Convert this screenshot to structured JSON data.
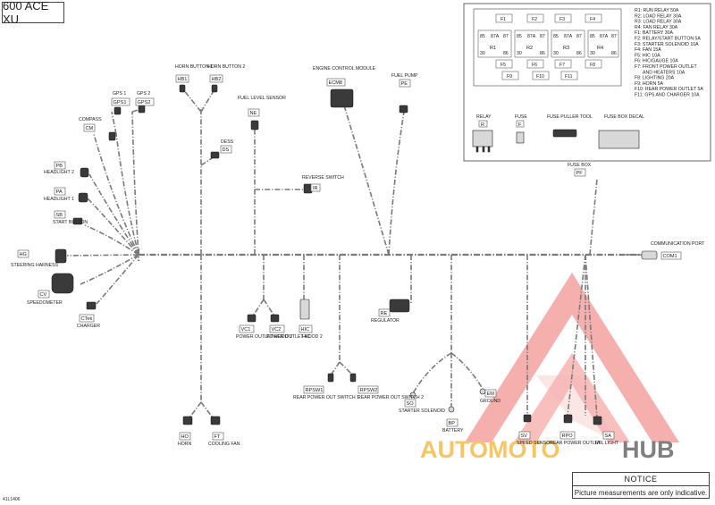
{
  "title": "600 ACE XU",
  "document_id": "41L1406",
  "notice": {
    "heading": "NOTICE",
    "text": "Picture measurements are only indicative."
  },
  "fuse_legend": [
    "R1: RUN RELAY 50A",
    "R2: LOAD RELAY 30A",
    "R3: LOAD RELAY 30A",
    "R4: FAN RELAY 30A",
    "F1: BATTERY 30A",
    "F2: RELAY/START BUTTON 5A",
    "F3: STARTER SOLENOID 10A",
    "F4: FAN 15A",
    "F5: HIC 10A",
    "F6: HIC/GAUGE 10A",
    "F7: FRONT POWER OUTLET",
    "AND HEATERS 10A",
    "F8: LIGHTING 20A",
    "F9: HORN 5A",
    "F10: REAR POWER OUTLET 5A",
    "F11: GPS AND CHARGER 10A"
  ],
  "fuse_box_detail": {
    "relays": [
      "R1",
      "R2",
      "R3",
      "R4"
    ],
    "pin_top": [
      "85",
      "87A",
      "87"
    ],
    "pin_bottom": [
      "30",
      "86"
    ],
    "fuses": [
      "F1",
      "F2",
      "F3",
      "F4",
      "F5",
      "F6",
      "F7",
      "F8",
      "F9",
      "F10",
      "F11"
    ]
  },
  "legend_items": [
    {
      "label": "RELAY",
      "code": "R"
    },
    {
      "label": "FUSE",
      "code": "F"
    },
    {
      "label": "FUSE PULLER TOOL",
      "code": ""
    },
    {
      "label": "FUSE BOX DECAL",
      "code": ""
    }
  ],
  "connectors": {
    "horn_button_1": {
      "label": "HORN BUTTON 1",
      "code": "HB1"
    },
    "horn_button_2": {
      "label": "HORN BUTTON 2",
      "code": "HB2"
    },
    "gps_1": {
      "label": "GPS 1",
      "code": "GPS1"
    },
    "gps_2": {
      "label": "GPS 2",
      "code": "GPS2"
    },
    "compass": {
      "label": "COMPASS",
      "code": "CM"
    },
    "headlight_2": {
      "label": "HEADLIGHT 2",
      "code": "PB"
    },
    "headlight_1": {
      "label": "HEADLIGHT 1",
      "code": "PA"
    },
    "start_button": {
      "label": "START BUTTON",
      "code": "SB"
    },
    "steering_harness": {
      "label": "STEERING HARNESS",
      "code": "HG"
    },
    "speedometer": {
      "label": "SPEEDOMETER",
      "code": "CV"
    },
    "charger": {
      "label": "CHARGER",
      "code": "CTek"
    },
    "dess": {
      "label": "DESS",
      "code": "DS"
    },
    "fuel_level_sensor": {
      "label": "FUEL LEVEL SENSOR",
      "code": "NE"
    },
    "reverse_switch": {
      "label": "REVERSE SWITCH",
      "code": "IR"
    },
    "ecm": {
      "label": "ENGINE CONTROL MODULE",
      "code": "ECM8"
    },
    "fuel_pump": {
      "label": "FUEL PUMP",
      "code": "PE"
    },
    "fuse_box": {
      "label": "FUSE BOX",
      "code": "PF"
    },
    "communication_port": {
      "label": "COMMUNICATION PORT",
      "code": "COM1"
    },
    "power_outlet_hood_1": {
      "label": "POWER OUTLET HOOD 1",
      "code": "VC1"
    },
    "power_outlet_hood_2": {
      "label": "POWER OUTLET HOOD 2",
      "code": "VC2"
    },
    "hic": {
      "label": "HIC",
      "code": "HIC"
    },
    "regulator": {
      "label": "REGULATOR",
      "code": "RE"
    },
    "rear_power_out_switch_1": {
      "label": "REAR POWER OUT SWITCH 1",
      "code": "RPSW1"
    },
    "rear_power_out_switch_2": {
      "label": "REAR POWER OUT SWITCH 2",
      "code": "RPSW2"
    },
    "starter_solenoid": {
      "label": "STARTER SOLENOID",
      "code": "SO"
    },
    "ground": {
      "label": "GROUND",
      "code": "EM"
    },
    "battery": {
      "label": "BATTERY",
      "code": "BP"
    },
    "speed_sensor": {
      "label": "SPEED SENSOR",
      "code": "SV"
    },
    "rear_power_outlet": {
      "label": "REAR POWER OUTLET",
      "code": "RPO"
    },
    "tail_light": {
      "label": "TAIL LIGHT",
      "code": "SA"
    },
    "horn": {
      "label": "HORN",
      "code": "HO"
    },
    "cooling_fan": {
      "label": "COOLING FAN",
      "code": "FT"
    }
  },
  "watermark": {
    "text_left": "AUTOMOTO",
    "text_right": "HUB",
    "color_primary": "#e8403a",
    "color_secondary": "#f2b233"
  }
}
